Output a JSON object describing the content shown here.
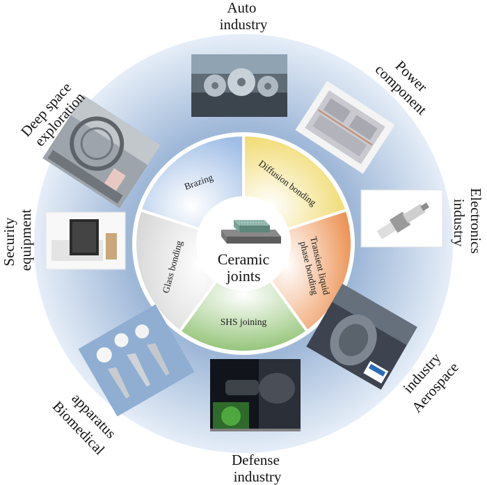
{
  "center": {
    "line1": "Ceramic",
    "line2": "joints"
  },
  "methods": [
    {
      "label_lines": [
        "Brazing"
      ],
      "color": "#a9c3e6"
    },
    {
      "label_lines": [
        "Diffusion bonding"
      ],
      "color": "#f2dd7c"
    },
    {
      "label_lines": [
        "Transient liquid",
        "phase bonding"
      ],
      "color": "#ee9a5e"
    },
    {
      "label_lines": [
        "SHS joining"
      ],
      "color": "#a6cd8c"
    },
    {
      "label_lines": [
        "Glass bonding"
      ],
      "color": "#e2e2e2"
    }
  ],
  "industries": [
    {
      "lines": [
        "Auto",
        "industry"
      ],
      "icon": "turbocharger-rotor-photo"
    },
    {
      "lines": [
        "Power",
        "component"
      ],
      "icon": "circuit-substrate-photo"
    },
    {
      "lines": [
        "Electronics",
        "industry"
      ],
      "icon": "spark-plug-photo"
    },
    {
      "lines": [
        "Aerospace",
        "industry"
      ],
      "icon": "rocket-engine-photo"
    },
    {
      "lines": [
        "Defense",
        "industry"
      ],
      "icon": "night-vision-goggles-photo"
    },
    {
      "lines": [
        "Biomedical",
        "apparatus"
      ],
      "icon": "hip-implant-photo"
    },
    {
      "lines": [
        "Security",
        "equipment"
      ],
      "icon": "xray-scanner-photo"
    },
    {
      "lines": [
        "Deep space",
        "exploration"
      ],
      "icon": "space-telescope-photo"
    }
  ],
  "colors": {
    "outer_ring": "#c5d6ea",
    "outer_ring_edge": "#e8eff8",
    "ring_border": "#ffffff",
    "center_fill": "#ffffff",
    "block_top": "#8fb2a8",
    "block_front": "#5f7f77",
    "base_plate": "#6b6b6b"
  }
}
